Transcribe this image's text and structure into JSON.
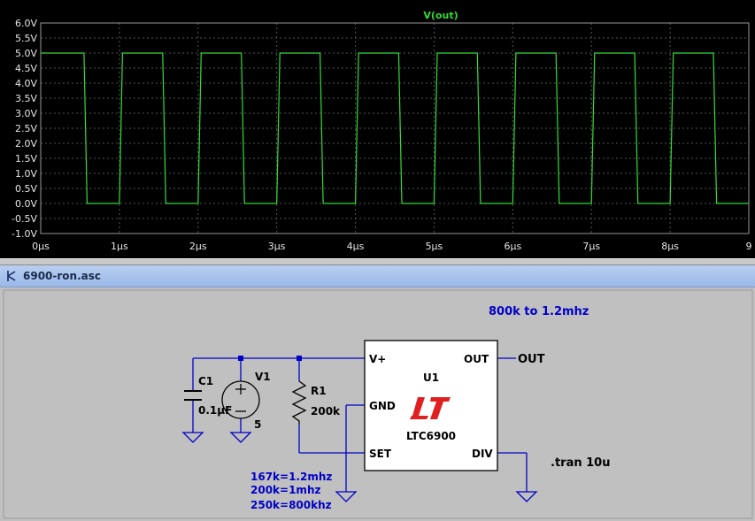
{
  "waveform": {
    "trace_label": "V(out)",
    "colors": {
      "background": "#000000",
      "trace": "#33dd33",
      "grid": "#555555",
      "axis": "#999999",
      "tick_label": "#e6e6e6"
    },
    "y_ticks": [
      "6.0V",
      "5.5V",
      "5.0V",
      "4.5V",
      "4.0V",
      "3.5V",
      "3.0V",
      "2.5V",
      "2.0V",
      "1.5V",
      "1.0V",
      "0.5V",
      "0.0V",
      "-0.5V",
      "-1.0V"
    ],
    "x_ticks": [
      "0µs",
      "1µs",
      "2µs",
      "3µs",
      "4µs",
      "5µs",
      "6µs",
      "7µs",
      "8µs",
      "9"
    ],
    "chart_data": {
      "type": "line",
      "ylim": [
        -1.0,
        6.0
      ],
      "xlim": [
        0,
        9
      ],
      "grid": true,
      "series": [
        {
          "name": "V(out)",
          "x": [
            0.0,
            0.55,
            0.59,
            1.0,
            1.04,
            1.55,
            1.59,
            2.0,
            2.04,
            2.55,
            2.59,
            3.0,
            3.04,
            3.55,
            3.59,
            4.0,
            4.04,
            4.55,
            4.59,
            5.0,
            5.04,
            5.55,
            5.59,
            6.0,
            6.04,
            6.55,
            6.59,
            7.0,
            7.04,
            7.55,
            7.59,
            8.0,
            8.04,
            8.55,
            8.59,
            9.0
          ],
          "y": [
            5,
            5,
            0,
            0,
            5,
            5,
            0,
            0,
            5,
            5,
            0,
            0,
            5,
            5,
            0,
            0,
            5,
            5,
            0,
            0,
            5,
            5,
            0,
            0,
            5,
            5,
            0,
            0,
            5,
            5,
            0,
            0,
            5,
            5,
            0,
            0
          ]
        }
      ]
    }
  },
  "schematic_window": {
    "title": "6900-ron.asc",
    "colors": {
      "background": "#c0c0c0",
      "wire": "#0000c8",
      "text": "#000000",
      "note": "#0000c8",
      "logo": "#e02020"
    },
    "note": "800k to 1.2mhz",
    "c1": {
      "name": "C1",
      "value": "0.1µF"
    },
    "v1": {
      "name": "V1",
      "value": "5"
    },
    "r1": {
      "name": "R1",
      "value": "200k"
    },
    "u1": {
      "name": "U1",
      "part": "LTC6900",
      "pins": {
        "vplus": "V+",
        "gnd": "GND",
        "set": "SET",
        "out": "OUT",
        "div": "DIV"
      }
    },
    "out_label": "OUT",
    "spice": ".tran 10u",
    "freq_notes": [
      "167k=1.2mhz",
      "200k=1mhz",
      "250k=800khz"
    ]
  }
}
